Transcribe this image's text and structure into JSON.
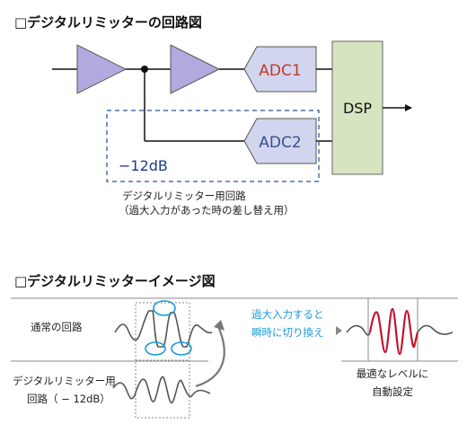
{
  "section1": {
    "title": "□デジタルリミッターの回路図",
    "adc1_label": "ADC1",
    "adc2_label": "ADC2",
    "dsp_label": "DSP",
    "attenuation_label": "−12dB",
    "caption_line1": "デジタルリミッター用回路",
    "caption_line2": "（過大入力があった時の差し替え用）"
  },
  "section2": {
    "title": "□デジタルリミッターイメージ図",
    "normal_label": "通常の回路",
    "limiter_label_line1": "デジタルリミッター用",
    "limiter_label_line2": "回路（ − 12dB）",
    "switch_text_line1": "過大入力すると",
    "switch_text_line2": "瞬時に切り換え",
    "result_line1": "最適なレベルに",
    "result_line2": "自動設定"
  },
  "colors": {
    "amp_fill": "#b3a9de",
    "adc_fill": "#d2d5ee",
    "dsp_fill": "#d6e4bf",
    "dashed_box": "#4a6fa8",
    "adc1_text": "#c0392b",
    "adc2_text": "#3a4f8c",
    "attenuation_text": "#1f3c88",
    "highlight": "#1c9bd8",
    "switch_text": "#1c9bd8",
    "clip_wave": "#c0152e",
    "wave": "#555555"
  }
}
